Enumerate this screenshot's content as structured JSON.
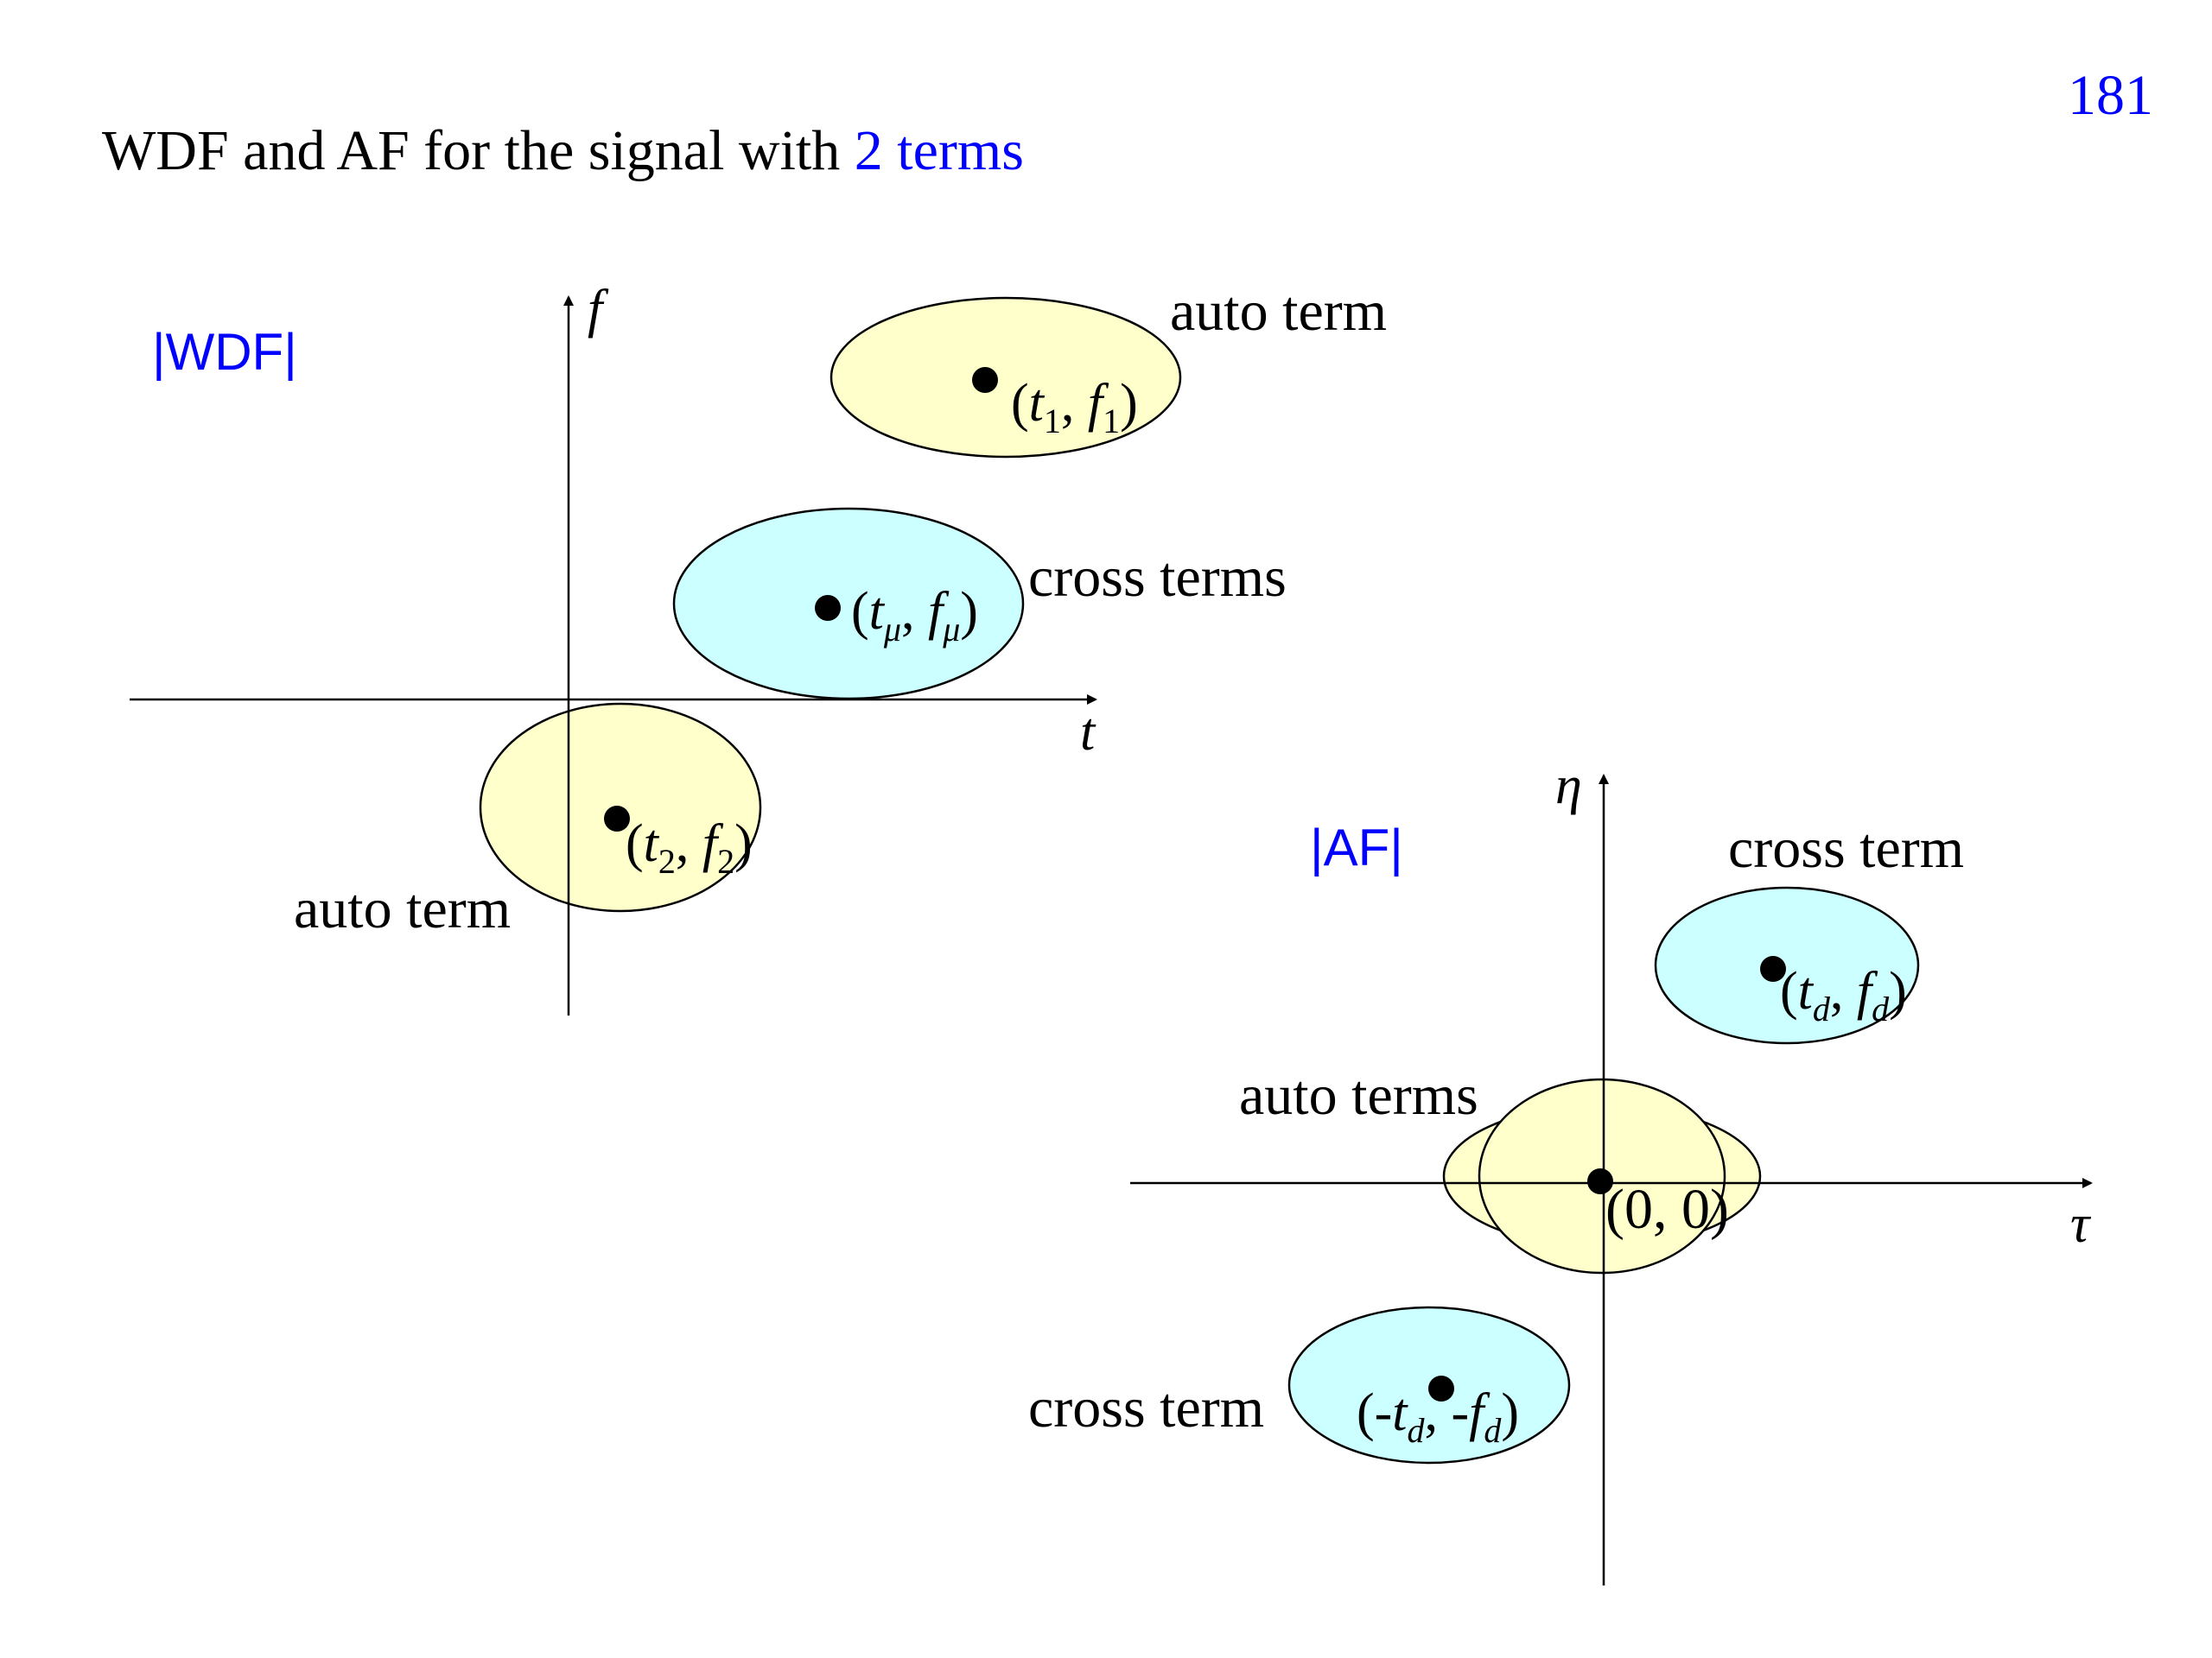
{
  "slide": {
    "page_number": "181",
    "title_prefix": "WDF and AF for the signal with ",
    "title_highlight": "2 terms"
  },
  "colors": {
    "accent_blue": "#0000ff",
    "auto_fill": "#ffffcc",
    "cross_fill": "#ccffff",
    "line": "#000000"
  },
  "wdf": {
    "panel_label": "|WDF|",
    "x_axis": "t",
    "y_axis": "f",
    "auto_top_label": "auto term",
    "auto_bottom_label": "auto term",
    "cross_label": "cross terms",
    "p1": {
      "t": "t",
      "t_sub": "1",
      "f": "f",
      "f_sub": "1"
    },
    "pmu": {
      "t": "t",
      "t_sub": "μ",
      "f": "f",
      "f_sub": "μ"
    },
    "p2": {
      "t": "t",
      "t_sub": "2",
      "f": "f",
      "f_sub": "2"
    }
  },
  "af": {
    "panel_label": "|AF|",
    "x_axis": "τ",
    "y_axis": "η",
    "cross_top_label": "cross term",
    "cross_bottom_label": "cross term",
    "auto_label": "auto terms",
    "origin_label": "(0, 0)",
    "pd": {
      "t": "t",
      "t_sub": "d",
      "f": "f",
      "f_sub": "d"
    },
    "nd": {
      "t": "-t",
      "t_sub": "d",
      "f": "-f",
      "f_sub": "d"
    }
  }
}
